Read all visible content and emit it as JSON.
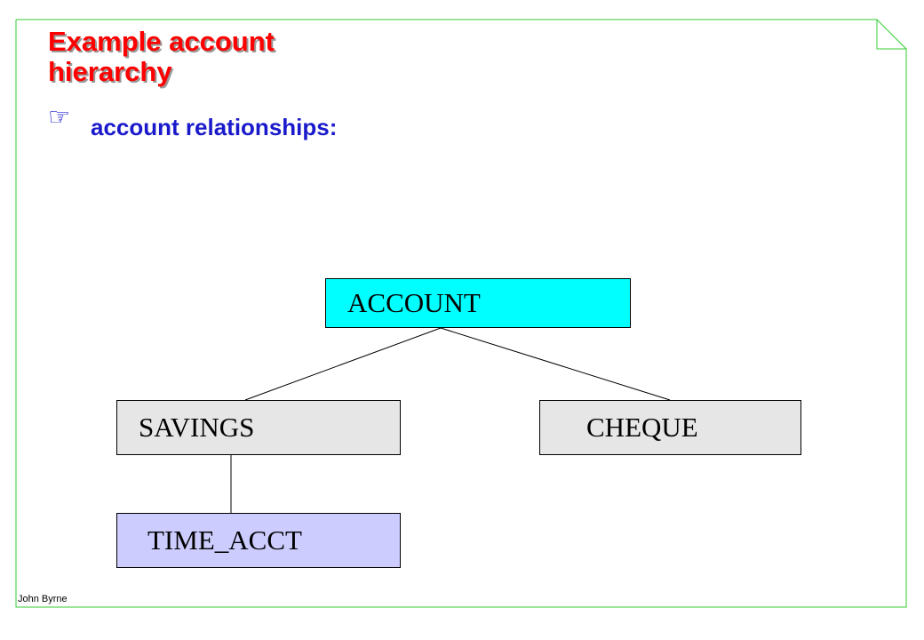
{
  "slide": {
    "title": "Example account hierarchy",
    "bullet_icon": "pointing-hand-icon",
    "bullet_text": "account relationships:",
    "footer_author": "John Byrne"
  },
  "diagram": {
    "nodes": [
      {
        "id": "account",
        "label": "ACCOUNT",
        "fill": "#00ffff"
      },
      {
        "id": "savings",
        "label": "SAVINGS",
        "fill": "#e6e6e6"
      },
      {
        "id": "cheque",
        "label": "CHEQUE",
        "fill": "#e6e6e6"
      },
      {
        "id": "time_acct",
        "label": "TIME_ACCT",
        "fill": "#ccccff"
      }
    ],
    "edges": [
      {
        "from": "account",
        "to": "savings"
      },
      {
        "from": "account",
        "to": "cheque"
      },
      {
        "from": "savings",
        "to": "time_acct"
      }
    ]
  },
  "colors": {
    "title": "#ff0000",
    "bullet": "#1a1acc",
    "frame": "#33cc33"
  }
}
